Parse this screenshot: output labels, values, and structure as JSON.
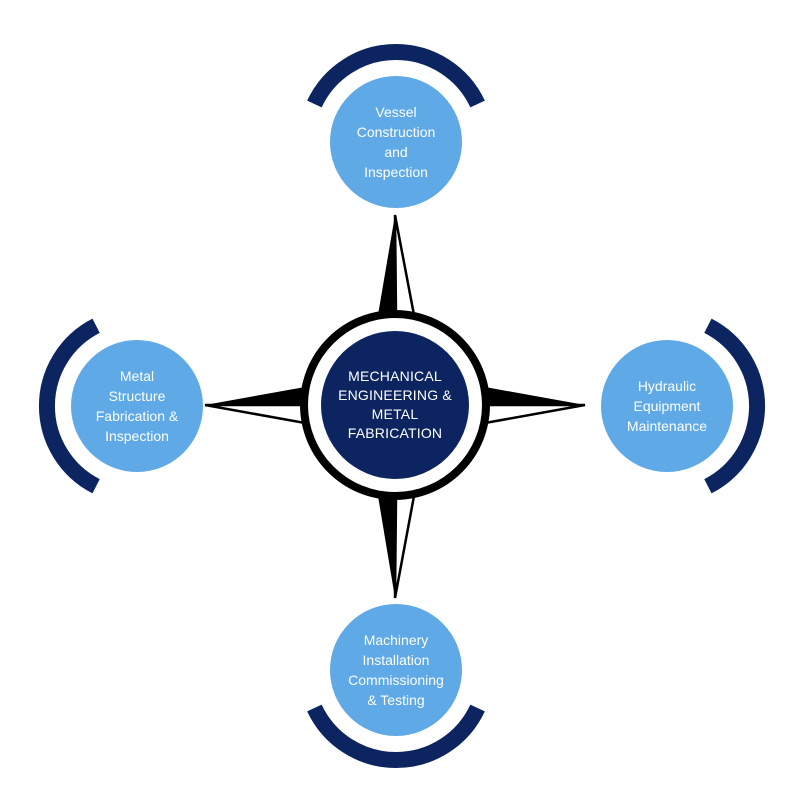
{
  "colors": {
    "hub_fill": "#0c2460",
    "ring": "#000000",
    "node_fill": "#5ea9e6",
    "arc": "#0c2460",
    "needle": "#000000",
    "text": "#ffffff"
  },
  "hub": {
    "label": "MECHANICAL\nENGINEERING &\nMETAL\nFABRICATION"
  },
  "nodes": {
    "top": {
      "label": "Vessel\nConstruction\nand\nInspection"
    },
    "right": {
      "label": "Hydraulic\nEquipment\nMaintenance"
    },
    "bottom": {
      "label": "Machinery\nInstallation\nCommissioning\n& Testing"
    },
    "left": {
      "label": "Metal\nStructure\nFabrication &\nInspection"
    }
  }
}
